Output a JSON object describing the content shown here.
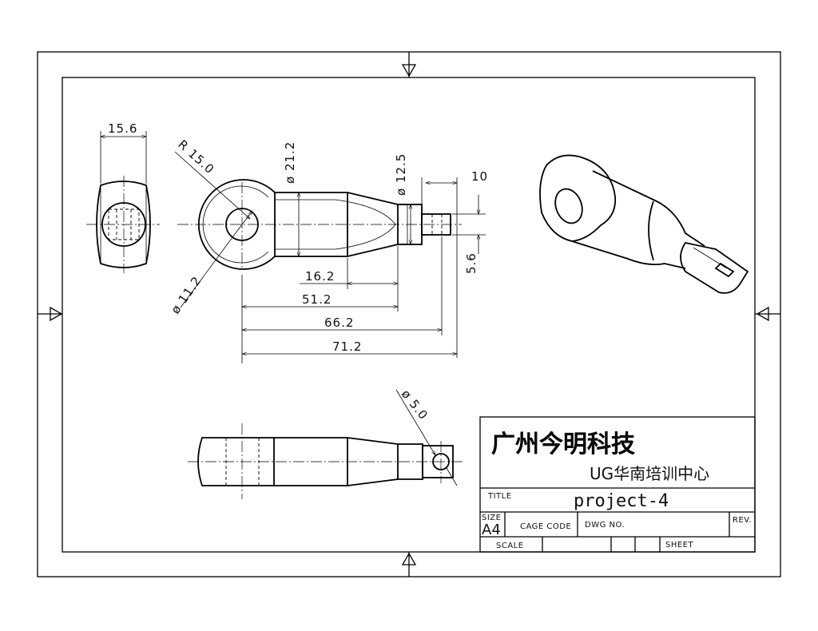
{
  "dimensions": {
    "d_15_6": "15.6",
    "d_r15": "R 15.0",
    "d_phi_21_2": "ø 21.2",
    "d_phi_12_5": "ø 12.5",
    "d_10": "10",
    "d_5_6": "5.6",
    "d_16_2": "16.2",
    "d_51_2": "51.2",
    "d_66_2": "66.2",
    "d_71_2": "71.2",
    "d_phi_11_2": "ø 11.2",
    "d_phi_5": "ø 5.0"
  },
  "title_block": {
    "company": "广州今明科技",
    "subtitle": "UG华南培训中心",
    "title_label": "TITLE",
    "title": "project-4",
    "size_label": "SIZE",
    "size_value": "A4",
    "cage_code_label": "CAGE CODE",
    "dwg_no_label": "DWG NO.",
    "rev_label": "REV.",
    "scale_label": "SCALE",
    "sheet_label": "SHEET"
  }
}
